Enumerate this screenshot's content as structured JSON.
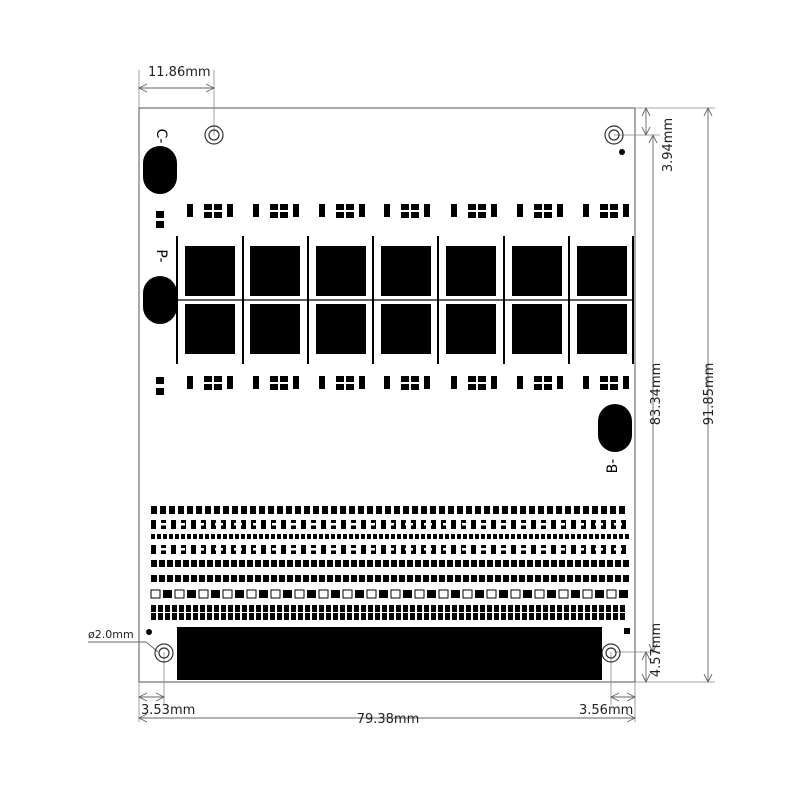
{
  "dimensions": {
    "top_hole_offset": "11.86mm",
    "top_margin": "3.94mm",
    "inner_height": "83.34mm",
    "total_height": "91.85mm",
    "bottom_margin": "4.57mm",
    "left_margin": "3.53mm",
    "total_width": "79.38mm",
    "right_margin": "3.56mm",
    "hole_diameter": "ø2.0mm"
  },
  "pads": {
    "c_minus": "C-",
    "p_minus": "P-",
    "b_minus": "B-"
  },
  "colors": {
    "board_outline": "#555555",
    "component": "#000000",
    "dimension_line": "#777777"
  }
}
